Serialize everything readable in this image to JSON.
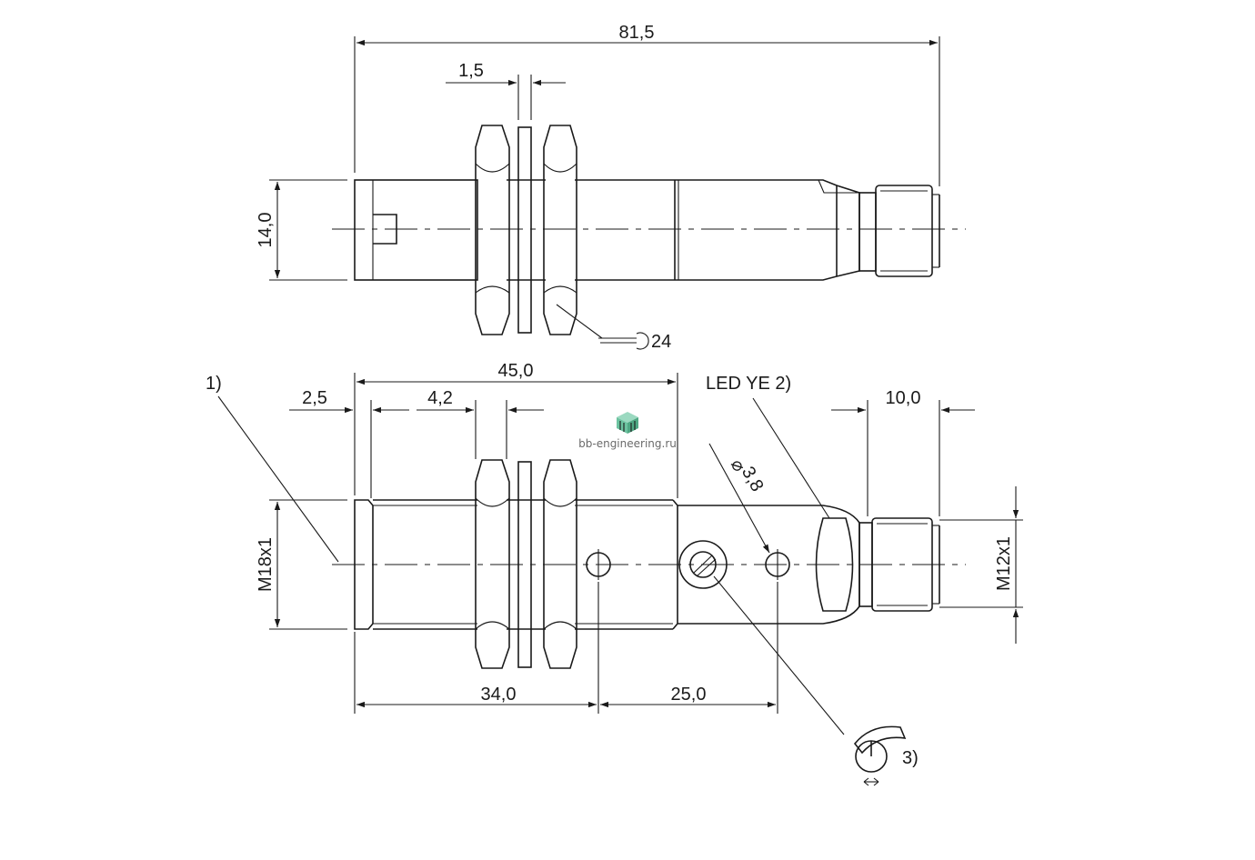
{
  "top_view": {
    "dim_overall_length": "81,5",
    "dim_washer": "1,5",
    "dim_diameter": "14,0",
    "wrench_size": "24"
  },
  "side_view": {
    "callout_1": "1)",
    "dim_thread_length": "45,0",
    "dim_start": "2,5",
    "dim_nut": "4,2",
    "led_label": "LED YE 2)",
    "dim_connector": "10,0",
    "dim_hole": "3,8",
    "dim_body_thread": "M18x1",
    "dim_connector_thread": "M12x1",
    "dim_to_pot": "34,0",
    "dim_pot_to_led": "25,0",
    "callout_3": "3)"
  },
  "watermark": {
    "text": "bb-engineering.ru",
    "icon": "grid-cube-icon",
    "color": "#6cc3a0"
  }
}
